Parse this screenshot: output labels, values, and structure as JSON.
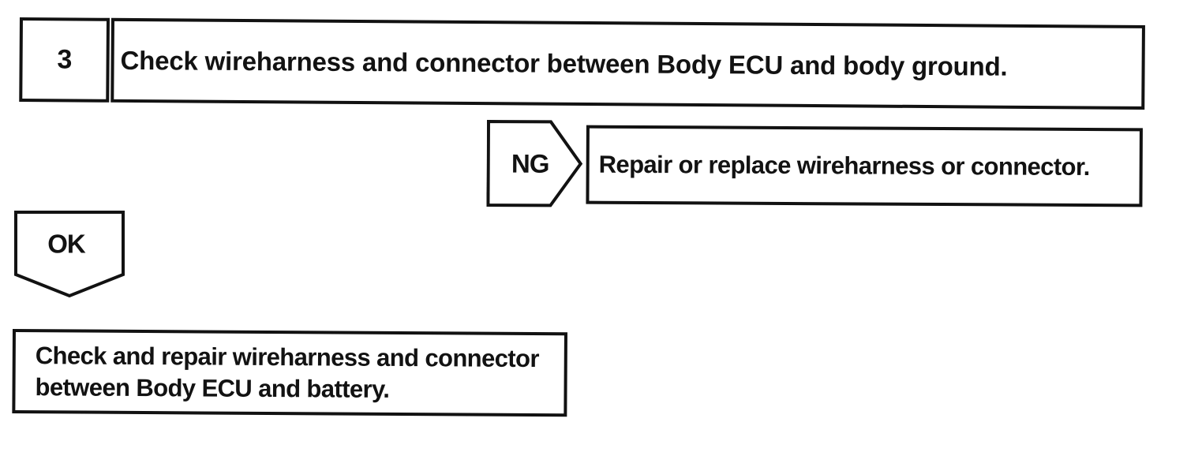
{
  "theme": {
    "ink": "#121212",
    "paper": "#ffffff"
  },
  "step": {
    "number": "3",
    "instruction": "Check wireharness and connector between Body ECU and body ground."
  },
  "ng_branch": {
    "label": "NG",
    "action": "Repair or replace wireharness or connector."
  },
  "ok_branch": {
    "label": "OK",
    "action": "Check and repair wireharness and connector between Body ECU and battery."
  }
}
